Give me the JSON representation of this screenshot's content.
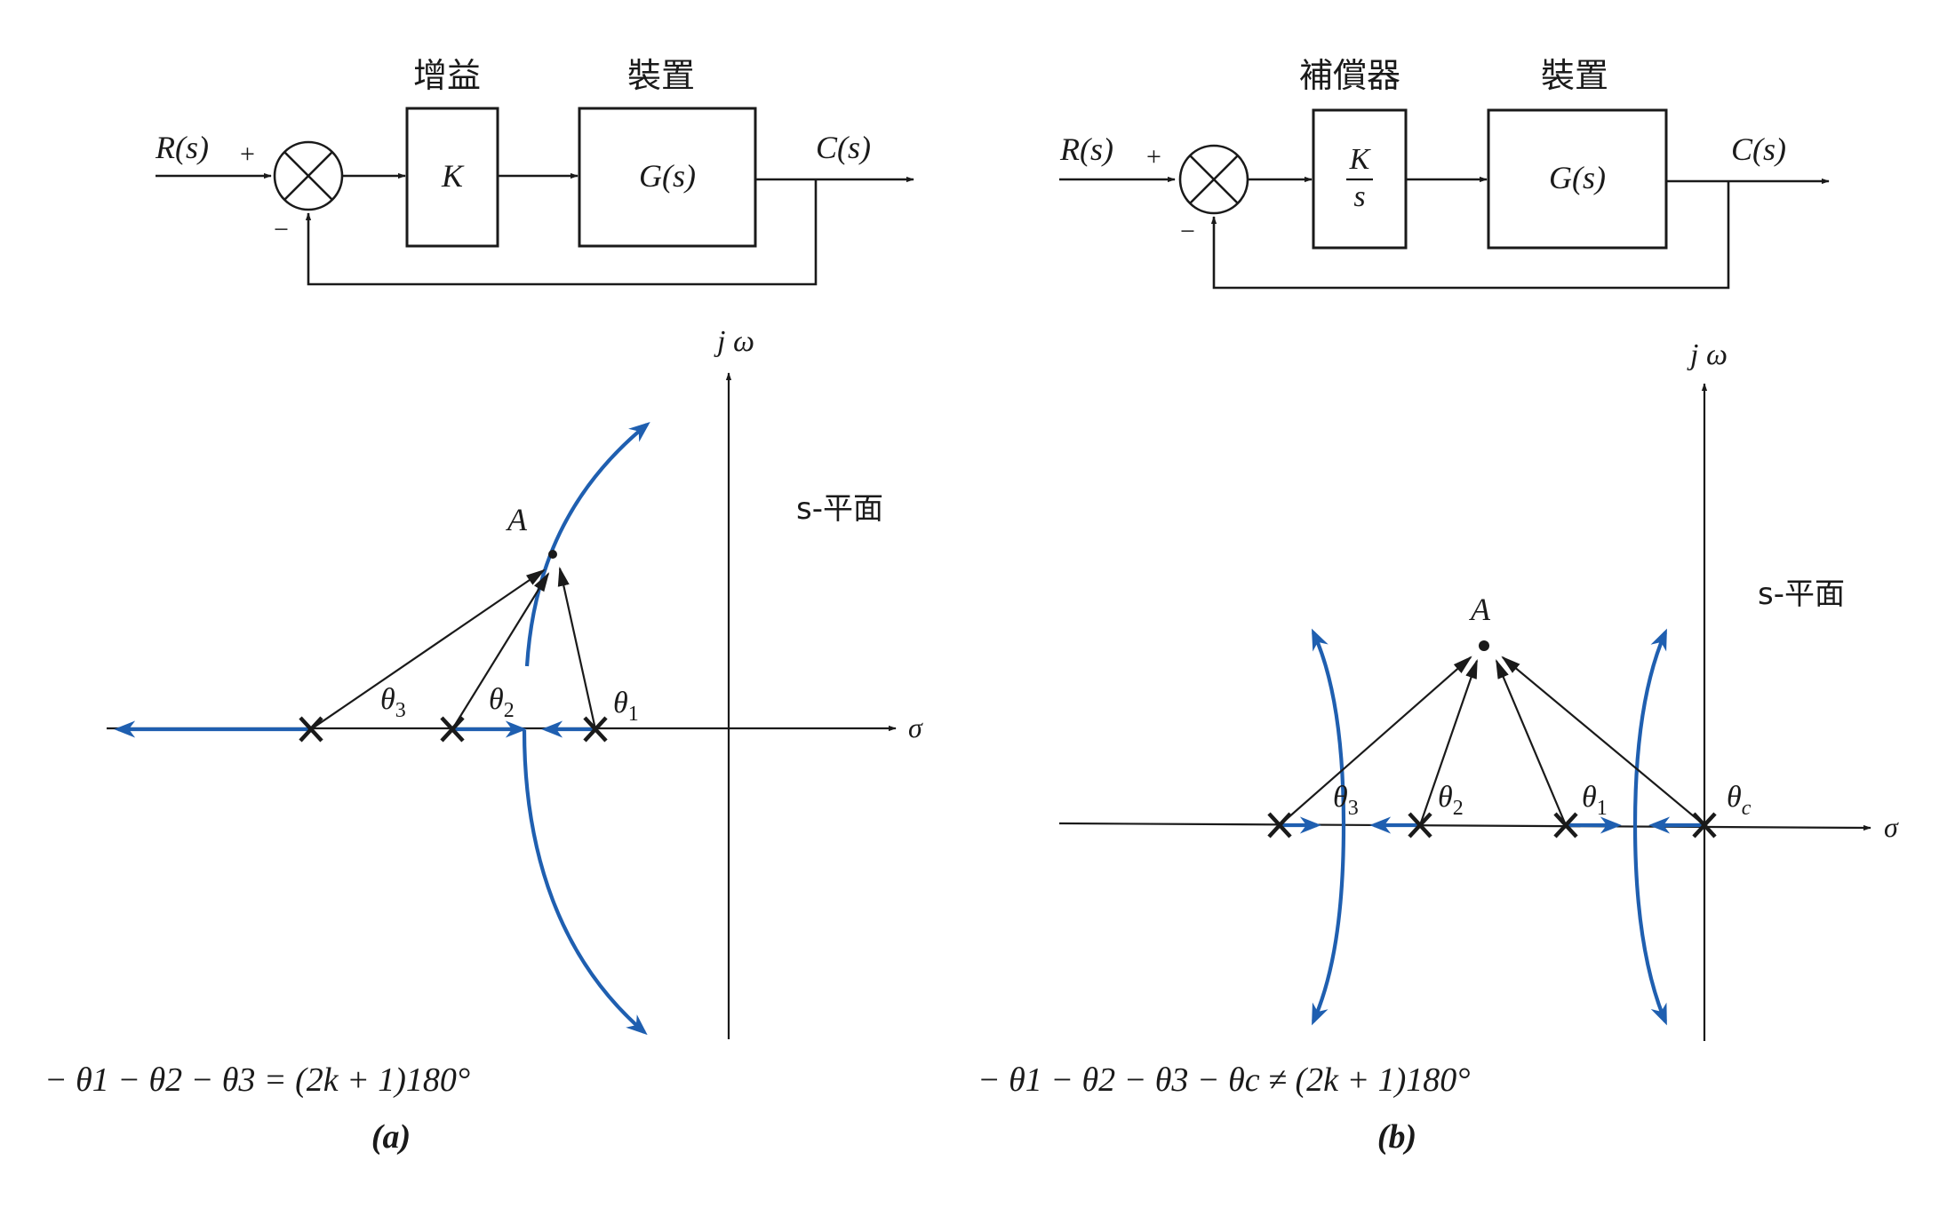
{
  "panel_a": {
    "block": {
      "input_label": "R(s)",
      "plus_sign": "+",
      "minus_sign": "−",
      "gain_title": "增益",
      "gain_box": "K",
      "plant_title": "裝置",
      "plant_box": "G(s)",
      "output_label": "C(s)"
    },
    "plot": {
      "jw_label": "j ω",
      "sigma_label": "σ",
      "plane_label": "s-平面",
      "point_label": "A",
      "theta1": "θ",
      "theta1_sub": "1",
      "theta2": "θ",
      "theta2_sub": "2",
      "theta3": "θ",
      "theta3_sub": "3"
    },
    "equation": "− θ1 − θ2 − θ3 = (2k + 1)180°",
    "caption": "(a)"
  },
  "panel_b": {
    "block": {
      "input_label": "R(s)",
      "plus_sign": "+",
      "minus_sign": "−",
      "comp_title": "補償器",
      "comp_num": "K",
      "comp_den": "s",
      "plant_title": "裝置",
      "plant_box": "G(s)",
      "output_label": "C(s)"
    },
    "plot": {
      "jw_label": "j ω",
      "sigma_label": "σ",
      "plane_label": "s-平面",
      "point_label": "A",
      "theta1": "θ",
      "theta1_sub": "1",
      "theta2": "θ",
      "theta2_sub": "2",
      "theta3": "θ",
      "theta3_sub": "3",
      "thetac": "θ",
      "thetac_sub": "c"
    },
    "equation": "− θ1 − θ2 − θ3 − θc ≠ (2k + 1)180°",
    "caption": "(b)"
  },
  "colors": {
    "locus": "#1f5fb0",
    "ink": "#1a1a1a"
  }
}
